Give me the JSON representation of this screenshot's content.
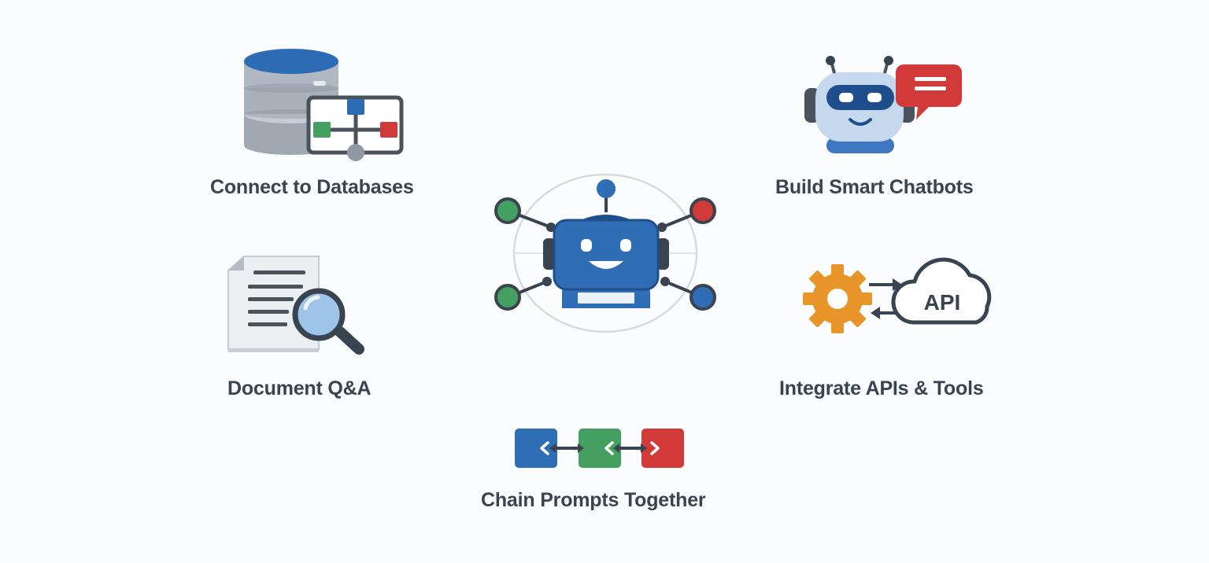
{
  "features": {
    "databases": {
      "label": "Connect to Databases"
    },
    "chatbots": {
      "label": "Build Smart Chatbots"
    },
    "document_qa": {
      "label": "Document Q&A"
    },
    "apis": {
      "label": "Integrate APIs & Tools",
      "cloud_text": "API"
    },
    "chain": {
      "label": "Chain Prompts Together"
    }
  },
  "icons": {
    "databases": "database-icon",
    "chatbots": "chatbot-icon",
    "document_qa": "document-search-icon",
    "apis": "gear-cloud-api-icon",
    "chain": "prompt-chain-icon",
    "hub": "robot-hub-icon"
  },
  "colors": {
    "blue": "#2f6db5",
    "green": "#44a060",
    "red": "#d23a3a",
    "orange": "#e8962a",
    "gray": "#8f98a3",
    "text": "#3a4350"
  }
}
